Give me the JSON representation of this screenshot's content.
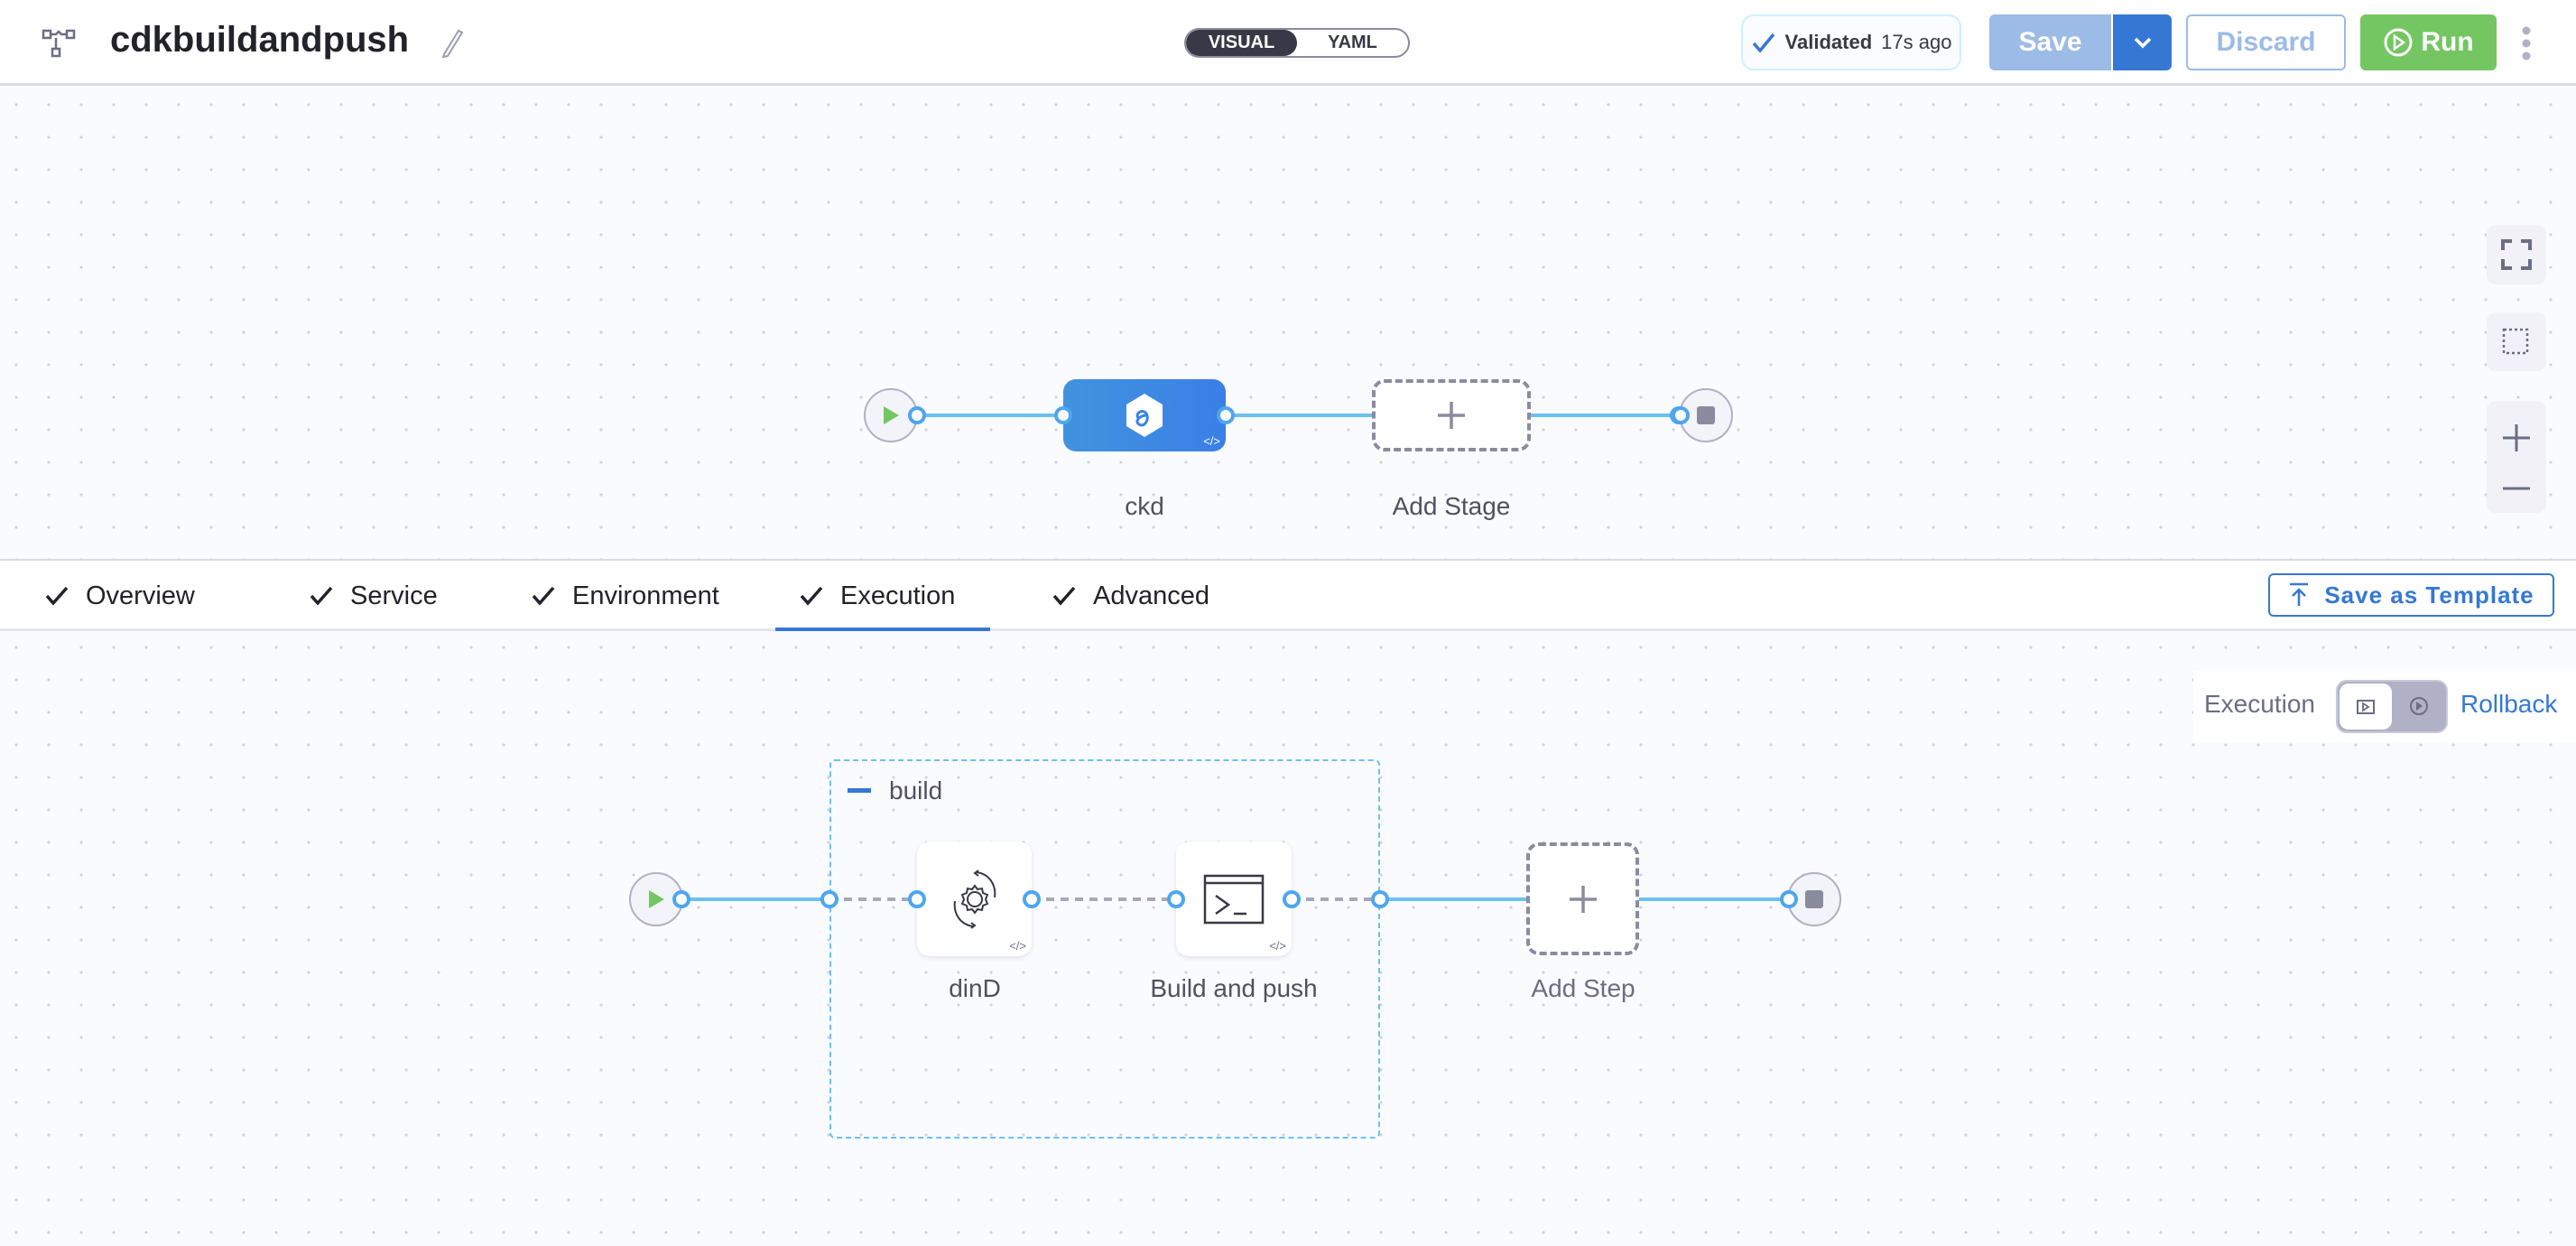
{
  "header": {
    "title": "cdkbuildandpush",
    "view_toggle": {
      "visual": "VISUAL",
      "yaml": "YAML",
      "selected": "VISUAL"
    },
    "validated": {
      "label": "Validated",
      "time": "17s ago"
    },
    "save": "Save",
    "discard": "Discard",
    "run": "Run"
  },
  "stage_graph": {
    "stages": [
      {
        "name": "ckd"
      }
    ],
    "add_stage": "Add Stage"
  },
  "tabs": {
    "items": [
      {
        "label": "Overview"
      },
      {
        "label": "Service"
      },
      {
        "label": "Environment"
      },
      {
        "label": "Execution"
      },
      {
        "label": "Advanced"
      }
    ],
    "active": "Execution",
    "save_template": "Save as Template"
  },
  "execution": {
    "mode_label": "Execution",
    "rollback_label": "Rollback",
    "group": {
      "name": "build"
    },
    "steps": [
      {
        "name": "dinD",
        "icon": "gear-sync-icon"
      },
      {
        "name": "Build and push",
        "icon": "terminal-icon"
      }
    ],
    "add_step": "Add Step"
  },
  "colors": {
    "primary": "#3578d4",
    "run": "#74c663",
    "connector": "#6cc0f0",
    "start": "#74c663"
  }
}
